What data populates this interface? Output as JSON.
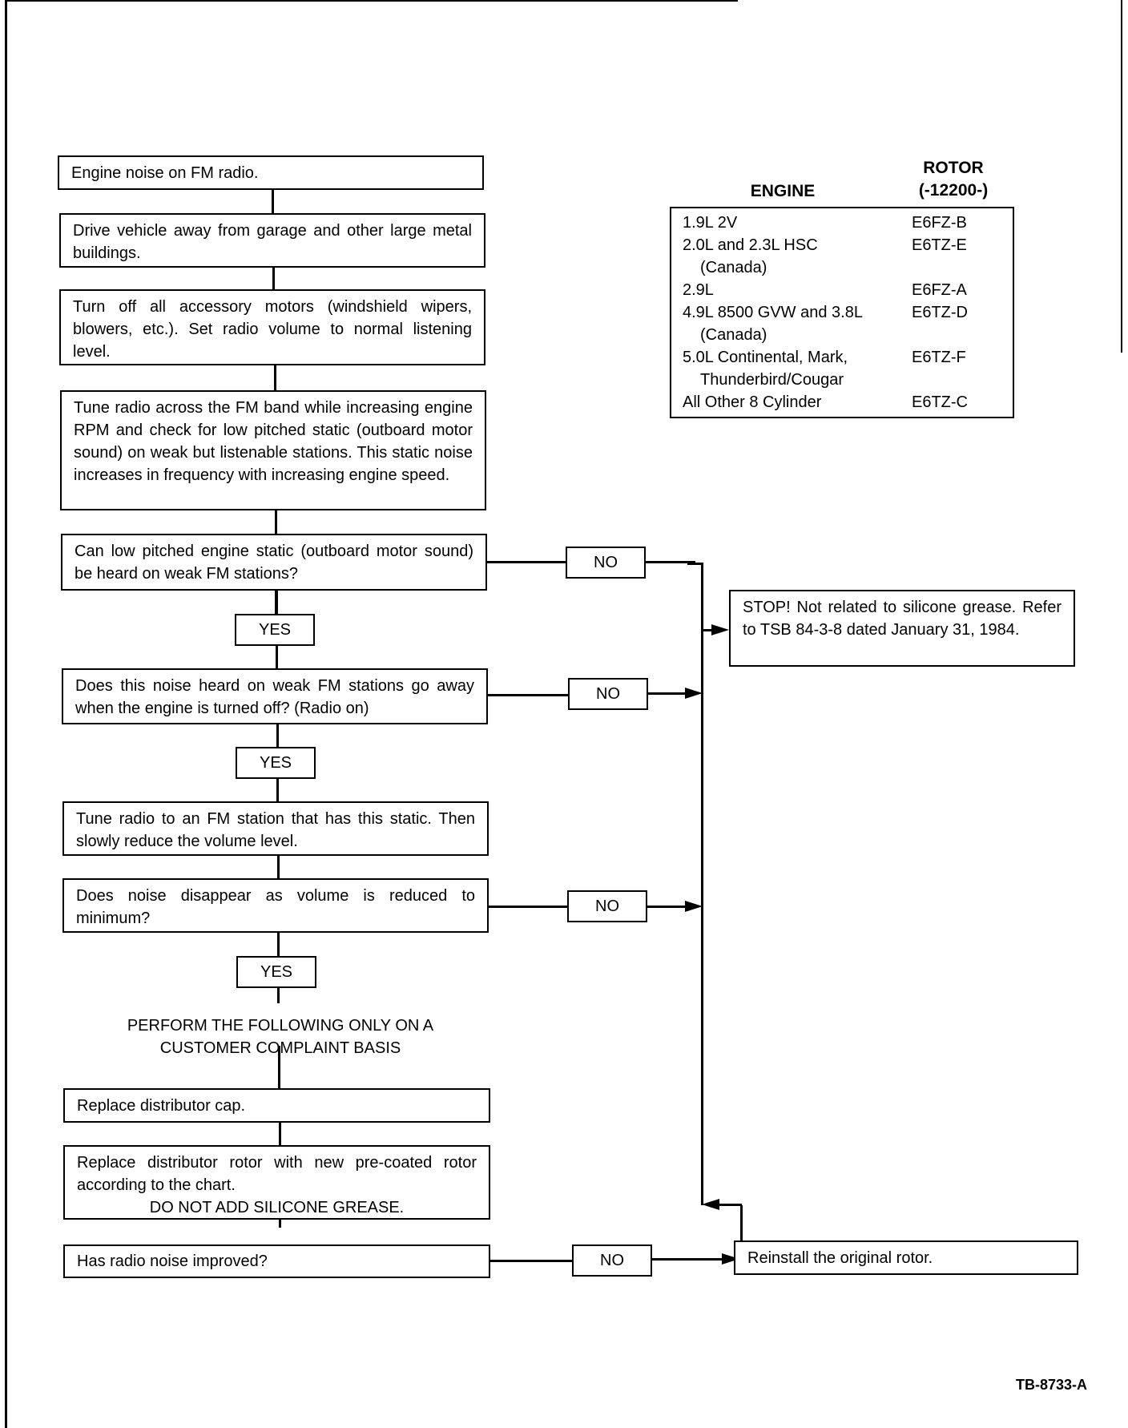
{
  "flowchart": {
    "step1": "Engine noise on FM radio.",
    "step2": "Drive vehicle away from garage and other large metal buildings.",
    "step3": "Turn off all accessory motors (windshield wipers, blowers, etc.). Set radio volume to normal listening level.",
    "step4": "Tune radio across the FM band while increasing engine RPM and check for low pitched static (outboard motor sound) on weak but listenable stations. This static noise increases in frequency with increasing engine speed.",
    "question1": "Can low pitched engine static (outboard motor sound) be heard on weak FM stations?",
    "question2": "Does this noise heard on weak FM stations go away when the engine is turned off? (Radio on)",
    "step5": "Tune radio to an FM station that has this static. Then slowly reduce the volume level.",
    "question3": "Does noise disappear as volume is reduced to minimum?",
    "note_line1": "PERFORM THE FOLLOWING ONLY ON A",
    "note_line2": "CUSTOMER COMPLAINT BASIS",
    "step6": "Replace distributor cap.",
    "step7_line1": "Replace distributor rotor with new pre-coated rotor according to the chart.",
    "step7_line2": "DO NOT ADD SILICONE GREASE.",
    "question4": "Has radio noise improved?",
    "stop_box": "STOP! Not related to silicone grease. Refer to TSB 84-3-8 dated January 31, 1984.",
    "reinstall_box": "Reinstall the original rotor.",
    "yes_label": "YES",
    "no_label": "NO"
  },
  "rotor_table": {
    "engine_header": "ENGINE",
    "rotor_header_line1": "ROTOR",
    "rotor_header_line2": "(-12200-)",
    "rows": [
      {
        "engine": "1.9L 2V",
        "engine_cont": "",
        "rotor": "E6FZ-B"
      },
      {
        "engine": "2.0L and 2.3L HSC",
        "engine_cont": "(Canada)",
        "rotor": "E6TZ-E"
      },
      {
        "engine": "2.9L",
        "engine_cont": "",
        "rotor": "E6FZ-A"
      },
      {
        "engine": "4.9L 8500 GVW and 3.8L",
        "engine_cont": "(Canada)",
        "rotor": "E6TZ-D"
      },
      {
        "engine": "5.0L Continental, Mark,",
        "engine_cont": "Thunderbird/Cougar",
        "rotor": "E6TZ-F"
      },
      {
        "engine": "All Other 8 Cylinder",
        "engine_cont": "",
        "rotor": "E6TZ-C"
      }
    ]
  },
  "figure_ref": "TB-8733-A"
}
